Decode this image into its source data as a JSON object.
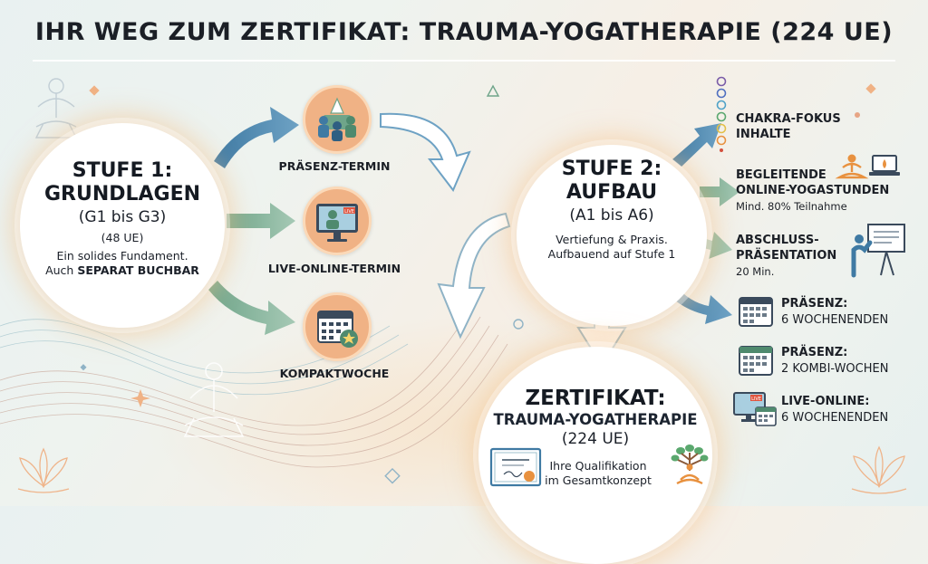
{
  "title": "IHR WEG ZUM ZERTIFIKAT: TRAUMA-YOGATHERAPIE (224 UE)",
  "colors": {
    "accent_blue": "#4f87ad",
    "accent_green": "#7fae96",
    "accent_orange": "#f0b285",
    "glow": "#f4c58f"
  },
  "stage1": {
    "line1": "STUFE 1:",
    "line2": "GRUNDLAGEN",
    "line3": "(G1 bis G3)",
    "line4": "(48 UE)",
    "line5": "Ein solides Fundament.",
    "line6_prefix": "Auch ",
    "line6_bold": "SEPARAT BUCHBAR"
  },
  "formats": [
    {
      "label": "PRÄSENZ-TERMIN",
      "icon": "group-meditation-icon"
    },
    {
      "label": "LIVE-ONLINE-TERMIN",
      "icon": "monitor-live-icon",
      "badge": "LIVE"
    },
    {
      "label": "KOMPAKTWOCHE",
      "icon": "calendar-star-icon"
    }
  ],
  "stage2": {
    "line1": "STUFE 2:",
    "line2": "AUFBAU",
    "line3": "(A1 bis A6)",
    "line4": "Vertiefung & Praxis.",
    "line5": "Aufbauend auf Stufe 1"
  },
  "stage2_items": [
    {
      "title1": "CHAKRA-FOKUS",
      "title2": "INHALTE",
      "sub": "",
      "icon": "chakra-icon"
    },
    {
      "title1": "BEGLEITENDE",
      "title2": "ONLINE-YOGASTUNDEN",
      "sub": "Mind. 80% Teilnahme",
      "icon": "online-yoga-icon"
    },
    {
      "title1": "ABSCHLUSS-",
      "title2": "PRÄSENTATION",
      "sub": "20 Min.",
      "icon": "presentation-icon"
    }
  ],
  "formats2": [
    {
      "title": "PRÄSENZ:",
      "sub": "6 WOCHENENDEN",
      "icon": "calendar-icon"
    },
    {
      "title": "PRÄSENZ:",
      "sub": "2 KOMBI-WOCHEN",
      "icon": "calendar-icon"
    },
    {
      "title": "LIVE-ONLINE:",
      "sub": "6 WOCHENENDEN",
      "icon": "monitor-calendar-icon",
      "badge": "LIVE"
    }
  ],
  "certificate": {
    "line1": "ZERTIFIKAT:",
    "line2": "TRAUMA-YOGATHERAPIE",
    "line3": "(224 UE)",
    "line4": "Ihre Qualifikation",
    "line5": "im Gesamtkonzept"
  }
}
